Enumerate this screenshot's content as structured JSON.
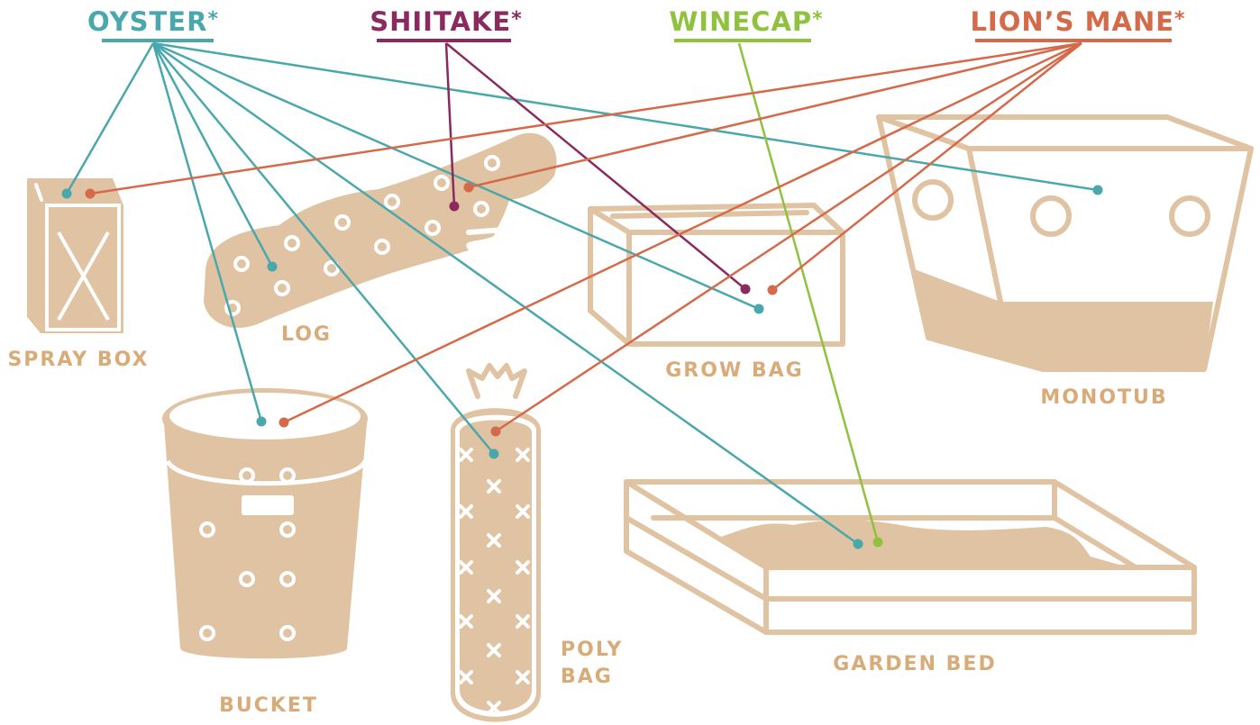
{
  "species": [
    {
      "id": "oyster",
      "label": "OYSTER",
      "asterisk": "*",
      "color": "#4aa8ad"
    },
    {
      "id": "shiitake",
      "label": "SHIITAKE",
      "asterisk": "*",
      "color": "#8b2a5e"
    },
    {
      "id": "winecap",
      "label": "WINECAP",
      "asterisk": "*",
      "color": "#8fc23f"
    },
    {
      "id": "lionsmane",
      "label": "LION’S MANE",
      "asterisk": "*",
      "color": "#d56a4a"
    }
  ],
  "containers": {
    "spray_box": "SPRAY BOX",
    "log": "LOG",
    "grow_bag": "GROW BAG",
    "monotub": "MONOTUB",
    "bucket": "BUCKET",
    "poly_bag_line1": "POLY",
    "poly_bag_line2": "BAG",
    "garden_bed": "GARDEN BED"
  },
  "connections": {
    "oyster": [
      "spray_box",
      "log",
      "bucket",
      "poly_bag",
      "grow_bag",
      "garden_bed",
      "monotub"
    ],
    "shiitake": [
      "log",
      "grow_bag"
    ],
    "winecap": [
      "garden_bed"
    ],
    "lionsmane": [
      "spray_box",
      "log",
      "grow_bag",
      "bucket",
      "poly_bag"
    ]
  },
  "colors": {
    "container": "#dfc3a2",
    "label_text": "#d9ab78"
  }
}
